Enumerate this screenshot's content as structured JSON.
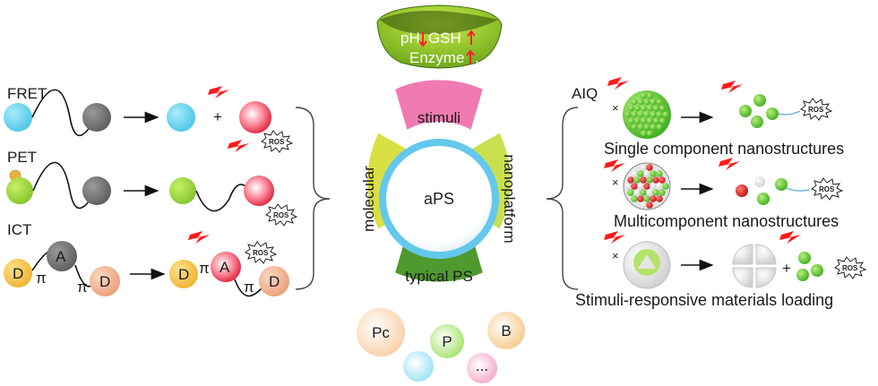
{
  "stimulus_bowl": {
    "line1_pH": "pH",
    "line1_GSH": "GSH",
    "line2_enzyme": "Enzyme",
    "line2_more": "..."
  },
  "left": {
    "fret": "FRET",
    "pet": "PET",
    "ict": "ICT",
    "plus": "+",
    "ros": "ROS",
    "donor": "D",
    "acceptor": "A",
    "pi": "π"
  },
  "center": {
    "core": "aPS",
    "top": "stimuli",
    "left": "molecular",
    "right": "nanoplatform",
    "bottom": "typical  PS"
  },
  "bottom_spheres": [
    "Pc",
    "P",
    "B",
    "..."
  ],
  "right": {
    "aiq": "AIQ",
    "row1": "Single component nanostructures",
    "row2": "Multicomponent nanostructures",
    "row3": "Stimuli-responsive materials loading",
    "plus": "+",
    "quench": "×",
    "ros": "ROS"
  },
  "colors": {
    "cyan": "#63d3ee",
    "gray": "#7a7a7a",
    "lime": "#a6e03c",
    "red": "#e8304a",
    "pink": "#f06fa8",
    "yellowgreen": "#d4e04a",
    "darkgreen": "#4c9b2a",
    "orange": "#f6c443",
    "peach": "#f3b698"
  }
}
